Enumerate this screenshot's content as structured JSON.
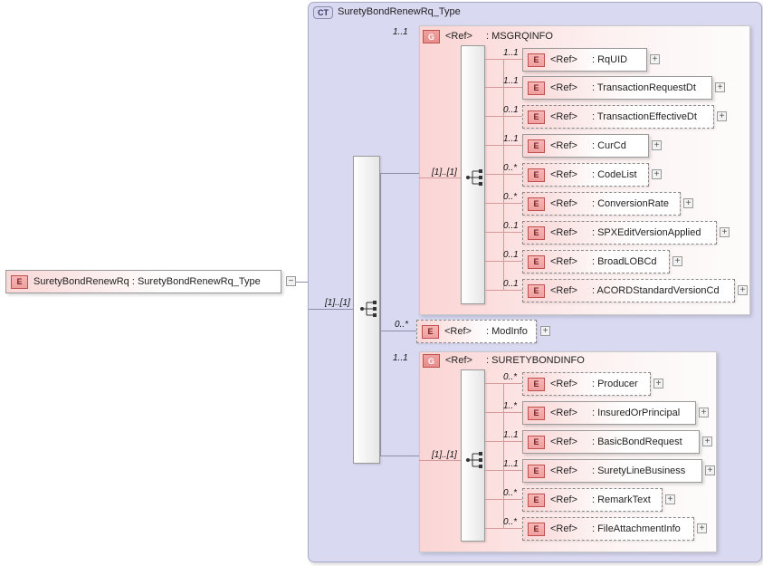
{
  "diagram": {
    "kind": "xsd-schema-tree",
    "root": {
      "badge": "E",
      "label": "SuretyBondRenewRq : SuretyBondRenewRq_Type",
      "toggle": "−"
    },
    "complex_type": {
      "badge": "CT",
      "title": "SuretyBondRenewRq_Type",
      "cardinality": "[1]..[1]"
    },
    "groups": [
      {
        "id": "msgrqinfo",
        "badge": "G",
        "ref": "<Ref>",
        "name": ": MSGRQINFO",
        "cardinality": "1..1",
        "sequence_cardinality": "[1]..[1]",
        "children": [
          {
            "badge": "E",
            "ref": "<Ref>",
            "name": ": RqUID",
            "cardinality": "1..1",
            "optional": false,
            "toggle": "+"
          },
          {
            "badge": "E",
            "ref": "<Ref>",
            "name": ": TransactionRequestDt",
            "cardinality": "1..1",
            "optional": false,
            "toggle": "+"
          },
          {
            "badge": "E",
            "ref": "<Ref>",
            "name": ": TransactionEffectiveDt",
            "cardinality": "0..1",
            "optional": true,
            "toggle": "+"
          },
          {
            "badge": "E",
            "ref": "<Ref>",
            "name": ": CurCd",
            "cardinality": "1..1",
            "optional": false,
            "toggle": "+"
          },
          {
            "badge": "E",
            "ref": "<Ref>",
            "name": ": CodeList",
            "cardinality": "0..*",
            "optional": true,
            "toggle": "+"
          },
          {
            "badge": "E",
            "ref": "<Ref>",
            "name": ": ConversionRate",
            "cardinality": "0..*",
            "optional": true,
            "toggle": "+"
          },
          {
            "badge": "E",
            "ref": "<Ref>",
            "name": ": SPXEditVersionApplied",
            "cardinality": "0..1",
            "optional": true,
            "toggle": "+"
          },
          {
            "badge": "E",
            "ref": "<Ref>",
            "name": ": BroadLOBCd",
            "cardinality": "0..1",
            "optional": true,
            "toggle": "+"
          },
          {
            "badge": "E",
            "ref": "<Ref>",
            "name": ": ACORDStandardVersionCd",
            "cardinality": "0..1",
            "optional": true,
            "toggle": "+"
          }
        ]
      },
      {
        "id": "suretybondinfo",
        "badge": "G",
        "ref": "<Ref>",
        "name": ": SURETYBONDINFO",
        "cardinality": "1..1",
        "sequence_cardinality": "[1]..[1]",
        "children": [
          {
            "badge": "E",
            "ref": "<Ref>",
            "name": ": Producer",
            "cardinality": "0..*",
            "optional": true,
            "toggle": "+"
          },
          {
            "badge": "E",
            "ref": "<Ref>",
            "name": ": InsuredOrPrincipal",
            "cardinality": "1..*",
            "optional": false,
            "toggle": "+"
          },
          {
            "badge": "E",
            "ref": "<Ref>",
            "name": ": BasicBondRequest",
            "cardinality": "1..1",
            "optional": false,
            "toggle": "+"
          },
          {
            "badge": "E",
            "ref": "<Ref>",
            "name": ": SuretyLineBusiness",
            "cardinality": "1..1",
            "optional": false,
            "toggle": "+"
          },
          {
            "badge": "E",
            "ref": "<Ref>",
            "name": ": RemarkText",
            "cardinality": "0..*",
            "optional": true,
            "toggle": "+"
          },
          {
            "badge": "E",
            "ref": "<Ref>",
            "name": ": FileAttachmentInfo",
            "cardinality": "0..*",
            "optional": true,
            "toggle": "+"
          }
        ]
      }
    ],
    "standalone": [
      {
        "badge": "E",
        "ref": "<Ref>",
        "name": ": ModInfo",
        "cardinality": "0..*",
        "optional": true,
        "toggle": "+"
      }
    ],
    "colors": {
      "element_accent": "#c0504d",
      "complex_type_panel": "#d9d9f2",
      "group_panel": "#fbd5d5",
      "connector": "#8e8ea8"
    }
  }
}
